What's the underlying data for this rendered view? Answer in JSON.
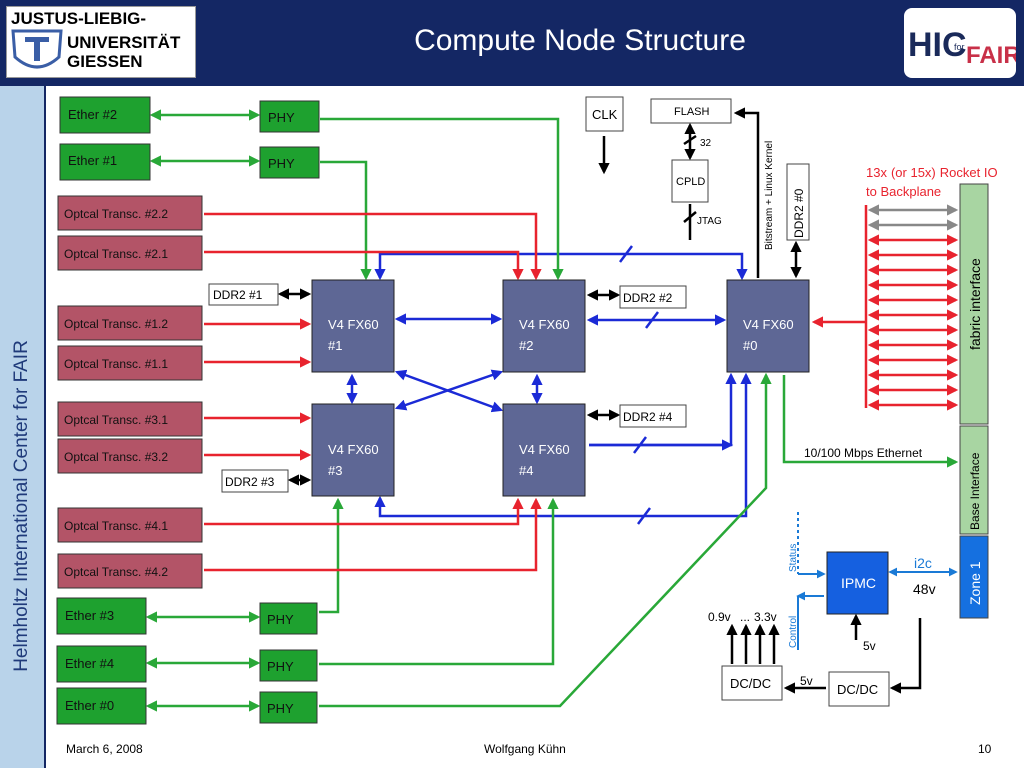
{
  "title": "Compute Node Structure",
  "university_logo": {
    "line1": "JUSTUS-LIEBIG-",
    "line2": "UNIVERSITÄT",
    "line3": "GIESSEN"
  },
  "hic_logo": {
    "main": "HIC",
    "for": "for",
    "fair": "FAIR"
  },
  "sidebar": {
    "text": "Helmholtz International Center for FAIR"
  },
  "footer": {
    "date": "March 6, 2008",
    "author": "Wolfgang Kühn",
    "page": "10"
  },
  "colors": {
    "header_bg": "#142764",
    "fpga": "#5e6795",
    "ether": "#1ea12f",
    "optical": "#b35467",
    "green_line": "#29a838",
    "red_line": "#e8232e",
    "blue_line": "#1b2ad6",
    "fabric": "#a8d5a2",
    "zone": "#1570e0",
    "ipmc": "#1560e0"
  },
  "diagram": {
    "ether_boxes": [
      "Ether #2",
      "Ether #1",
      "Ether #3",
      "Ether #4",
      "Ether #0"
    ],
    "phy": "PHY",
    "optical": [
      "Optcal Transc. #2.2",
      "Optcal Transc. #2.1",
      "Optcal Transc. #1.2",
      "Optcal Transc. #1.1",
      "Optcal Transc. #3.1",
      "Optcal Transc. #3.2",
      "Optcal Transc. #4.1",
      "Optcal Transc. #4.2"
    ],
    "fpga_name": "V4 FX60",
    "fpga_ids": [
      "#1",
      "#2",
      "#3",
      "#4",
      "#0"
    ],
    "ddr": [
      "DDR2 #1",
      "DDR2 #2",
      "DDR2 #3",
      "DDR2 #4",
      "DDR2 #0"
    ],
    "clk": "CLK",
    "flash": "FLASH",
    "cpld": "CPLD",
    "jtag": "JTAG",
    "bus_width": "32",
    "bitstream": "Bitstream + Linux Kernel",
    "rocket_io": {
      "count": "13x",
      "alt": "(or 15x)",
      "label": "Rocket IO",
      "to": "to Backplane"
    },
    "fabric_interface": "fabric interface",
    "base_interface": "Base Interface",
    "zone": "Zone 1",
    "ethernet": "10/100 Mbps Ethernet",
    "ipmc": "IPMC",
    "i2c": "i2c",
    "v48": "48v",
    "v5": "5v",
    "status": "Status",
    "control": "Control",
    "dcdc": "DC/DC",
    "v09": "0.9v",
    "dots": "...",
    "v33": "3.3v"
  }
}
